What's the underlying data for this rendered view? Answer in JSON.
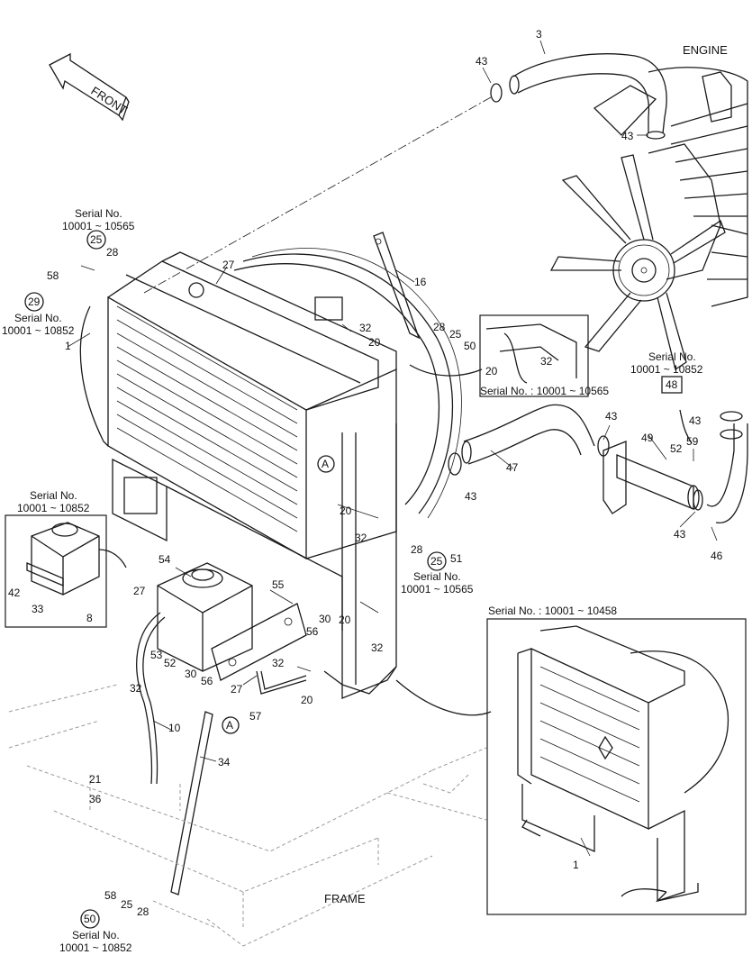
{
  "orientation": {
    "front": "FRONT",
    "engine": "ENGINE",
    "frame": "FRAME"
  },
  "serial_notes": {
    "top_left_a": "Serial No.",
    "top_left_b": "10001 ~ 10565",
    "top_left_c": "Serial No.",
    "top_left_d": "10001 ~ 10852",
    "inset_tank_a": "Serial No.",
    "inset_tank_b": "10001 ~ 10852",
    "inset_bracket": "Serial No. : 10001 ~ 10565",
    "engine_right_a": "Serial No.",
    "engine_right_b": "10001 ~ 10852",
    "mid_right_a": "Serial No.",
    "mid_right_b": "10001 ~ 10565",
    "inset_radiator": "Serial No. : 10001 ~ 10458",
    "bottom_a": "Serial No.",
    "bottom_b": "10001 ~ 10852"
  },
  "circled_parts": [
    "25",
    "29",
    "A",
    "48",
    "25",
    "A",
    "50"
  ],
  "part_numbers": [
    "3",
    "43",
    "43",
    "43",
    "43",
    "43",
    "43",
    "28",
    "58",
    "1",
    "27",
    "16",
    "28",
    "25",
    "50",
    "32",
    "20",
    "20",
    "32",
    "47",
    "49",
    "59",
    "52",
    "46",
    "20",
    "32",
    "28",
    "51",
    "54",
    "55",
    "27",
    "53",
    "52",
    "30",
    "56",
    "30",
    "56",
    "20",
    "32",
    "32",
    "27",
    "20",
    "57",
    "32",
    "10",
    "34",
    "21",
    "36",
    "42",
    "33",
    "8",
    "1",
    "58",
    "25",
    "28"
  ]
}
